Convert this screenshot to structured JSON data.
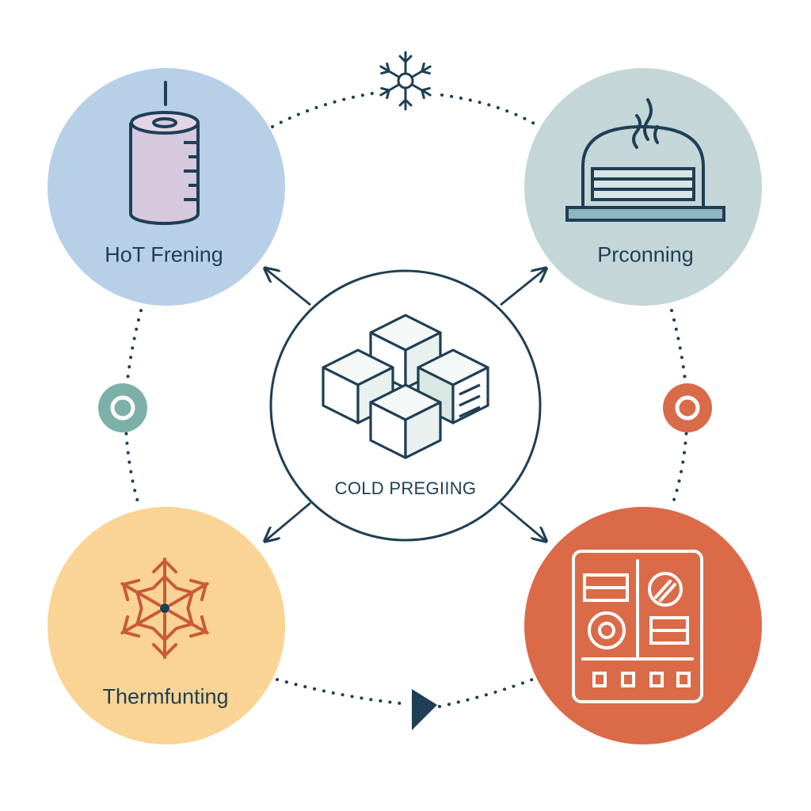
{
  "nodes": {
    "top_left": {
      "label": "HoT Frening"
    },
    "top_right": {
      "label": "Prconning"
    },
    "center": {
      "label": "COLD PREGIING"
    },
    "bottom_left": {
      "label": "Thermfunting"
    },
    "bottom_right": {
      "label": ""
    }
  },
  "colors": {
    "ink": "#1e3f55",
    "top_left_fill": "#b8cfe8",
    "top_right_fill": "#c4d6d8",
    "bottom_left_fill": "#f9d494",
    "bottom_right_fill": "#db6a48",
    "icon_orange": "#c95a3a",
    "teal_marker": "#7db0a8",
    "orange_marker": "#d96a4a"
  },
  "icons": {
    "top_left": "cylinder-gauge-icon",
    "top_right": "oven-steam-icon",
    "center": "ice-cubes-icon",
    "bottom_left": "snowflake-icon",
    "bottom_right": "control-panel-icon",
    "top_connector": "snowflake-icon",
    "left_marker": "ring-icon",
    "right_marker": "ring-icon",
    "bottom_connector": "play-arrow-icon"
  }
}
